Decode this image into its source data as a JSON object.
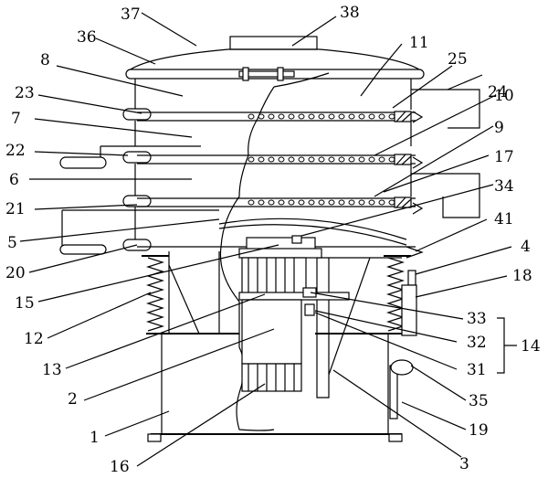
{
  "labels": {
    "l1": "1",
    "l2": "2",
    "l3": "3",
    "l4": "4",
    "l5": "5",
    "l6": "6",
    "l7": "7",
    "l8": "8",
    "l9": "9",
    "l10": "10",
    "l11": "11",
    "l12": "12",
    "l13": "13",
    "l14": "14",
    "l15": "15",
    "l16": "16",
    "l17": "17",
    "l18": "18",
    "l19": "19",
    "l20": "20",
    "l21": "21",
    "l22": "22",
    "l23": "23",
    "l24": "24",
    "l25": "25",
    "l31": "31",
    "l32": "32",
    "l33": "33",
    "l34": "34",
    "l35": "35",
    "l36": "36",
    "l37": "37",
    "l38": "38",
    "l41": "41"
  }
}
